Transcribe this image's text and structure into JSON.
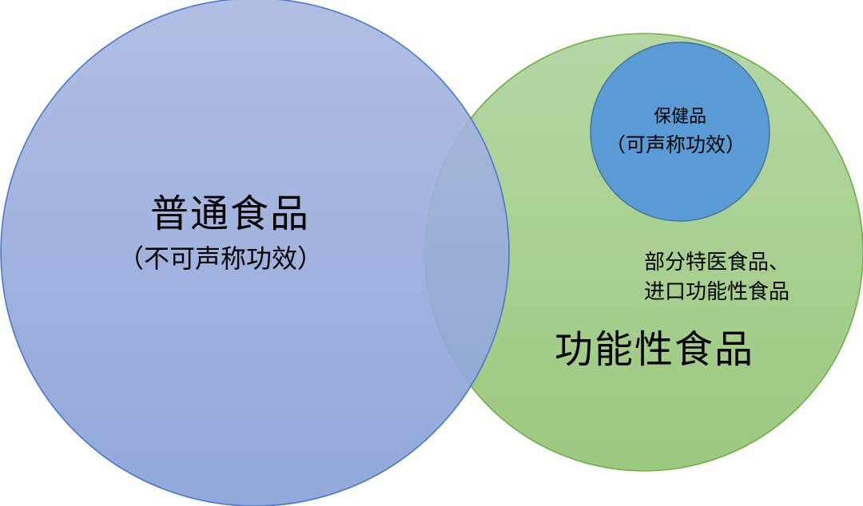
{
  "colors": {
    "regular_fill_top": "#aab9e0",
    "regular_fill_bottom": "#8aa2d8",
    "regular_stroke": "#4a78c8",
    "functional_fill_top": "#b5d7a4",
    "functional_fill_bottom": "#9cc97f",
    "functional_stroke": "#70ad47",
    "health_fill": "#5b9bd5",
    "health_stroke": "#41719c"
  },
  "regular_food": {
    "title": "普通食品",
    "subtitle": "（不可声称功效）"
  },
  "functional_food": {
    "title": "功能性食品",
    "note_line1": "部分特医食品、",
    "note_line2": "进口功能性食品"
  },
  "health_food": {
    "title": "保健品",
    "subtitle": "（可声称功效）"
  }
}
